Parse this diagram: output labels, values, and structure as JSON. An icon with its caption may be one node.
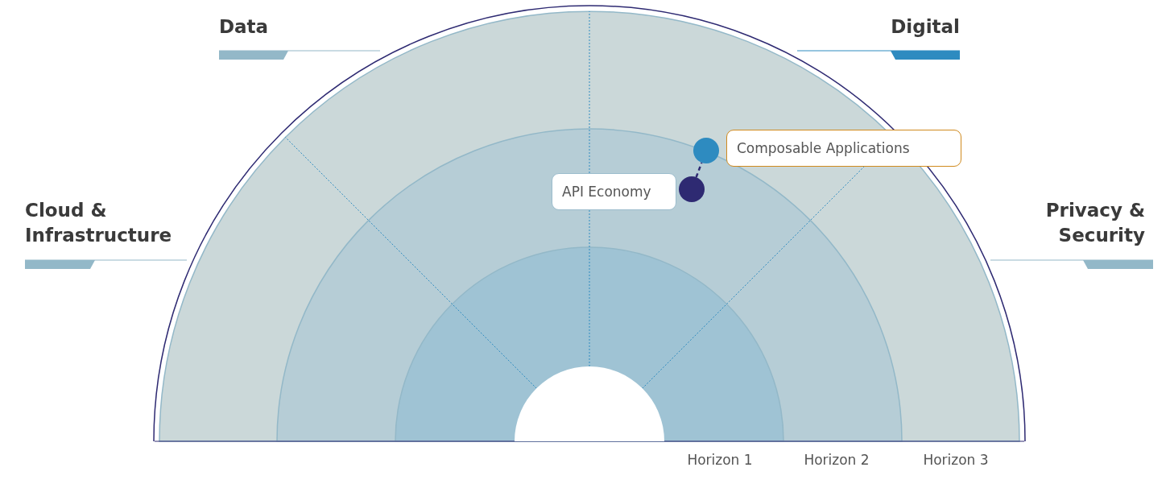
{
  "diagram": {
    "nodes": [
      {
        "text": [
          "Composable Applications"
        ]
      },
      {
        "text": [
          "API Economy"
        ]
      },
      {
        "text": [],
        "shape": "circle"
      },
      {
        "text": [],
        "shape": "circle"
      },
      {
        "text": [],
        "shape": "circle"
      }
    ],
    "edges": [
      {
        "from": 3,
        "to": 2,
        "arrow": "none",
        "style": "dashed",
        "color": "#2e2a72"
      }
    ],
    "labels": [
      "Data",
      "Digital",
      "Cloud & Infrastructure",
      "Privacy & Security",
      "Horizon 1",
      "Horizon 2",
      "Horizon 3"
    ]
  }
}
